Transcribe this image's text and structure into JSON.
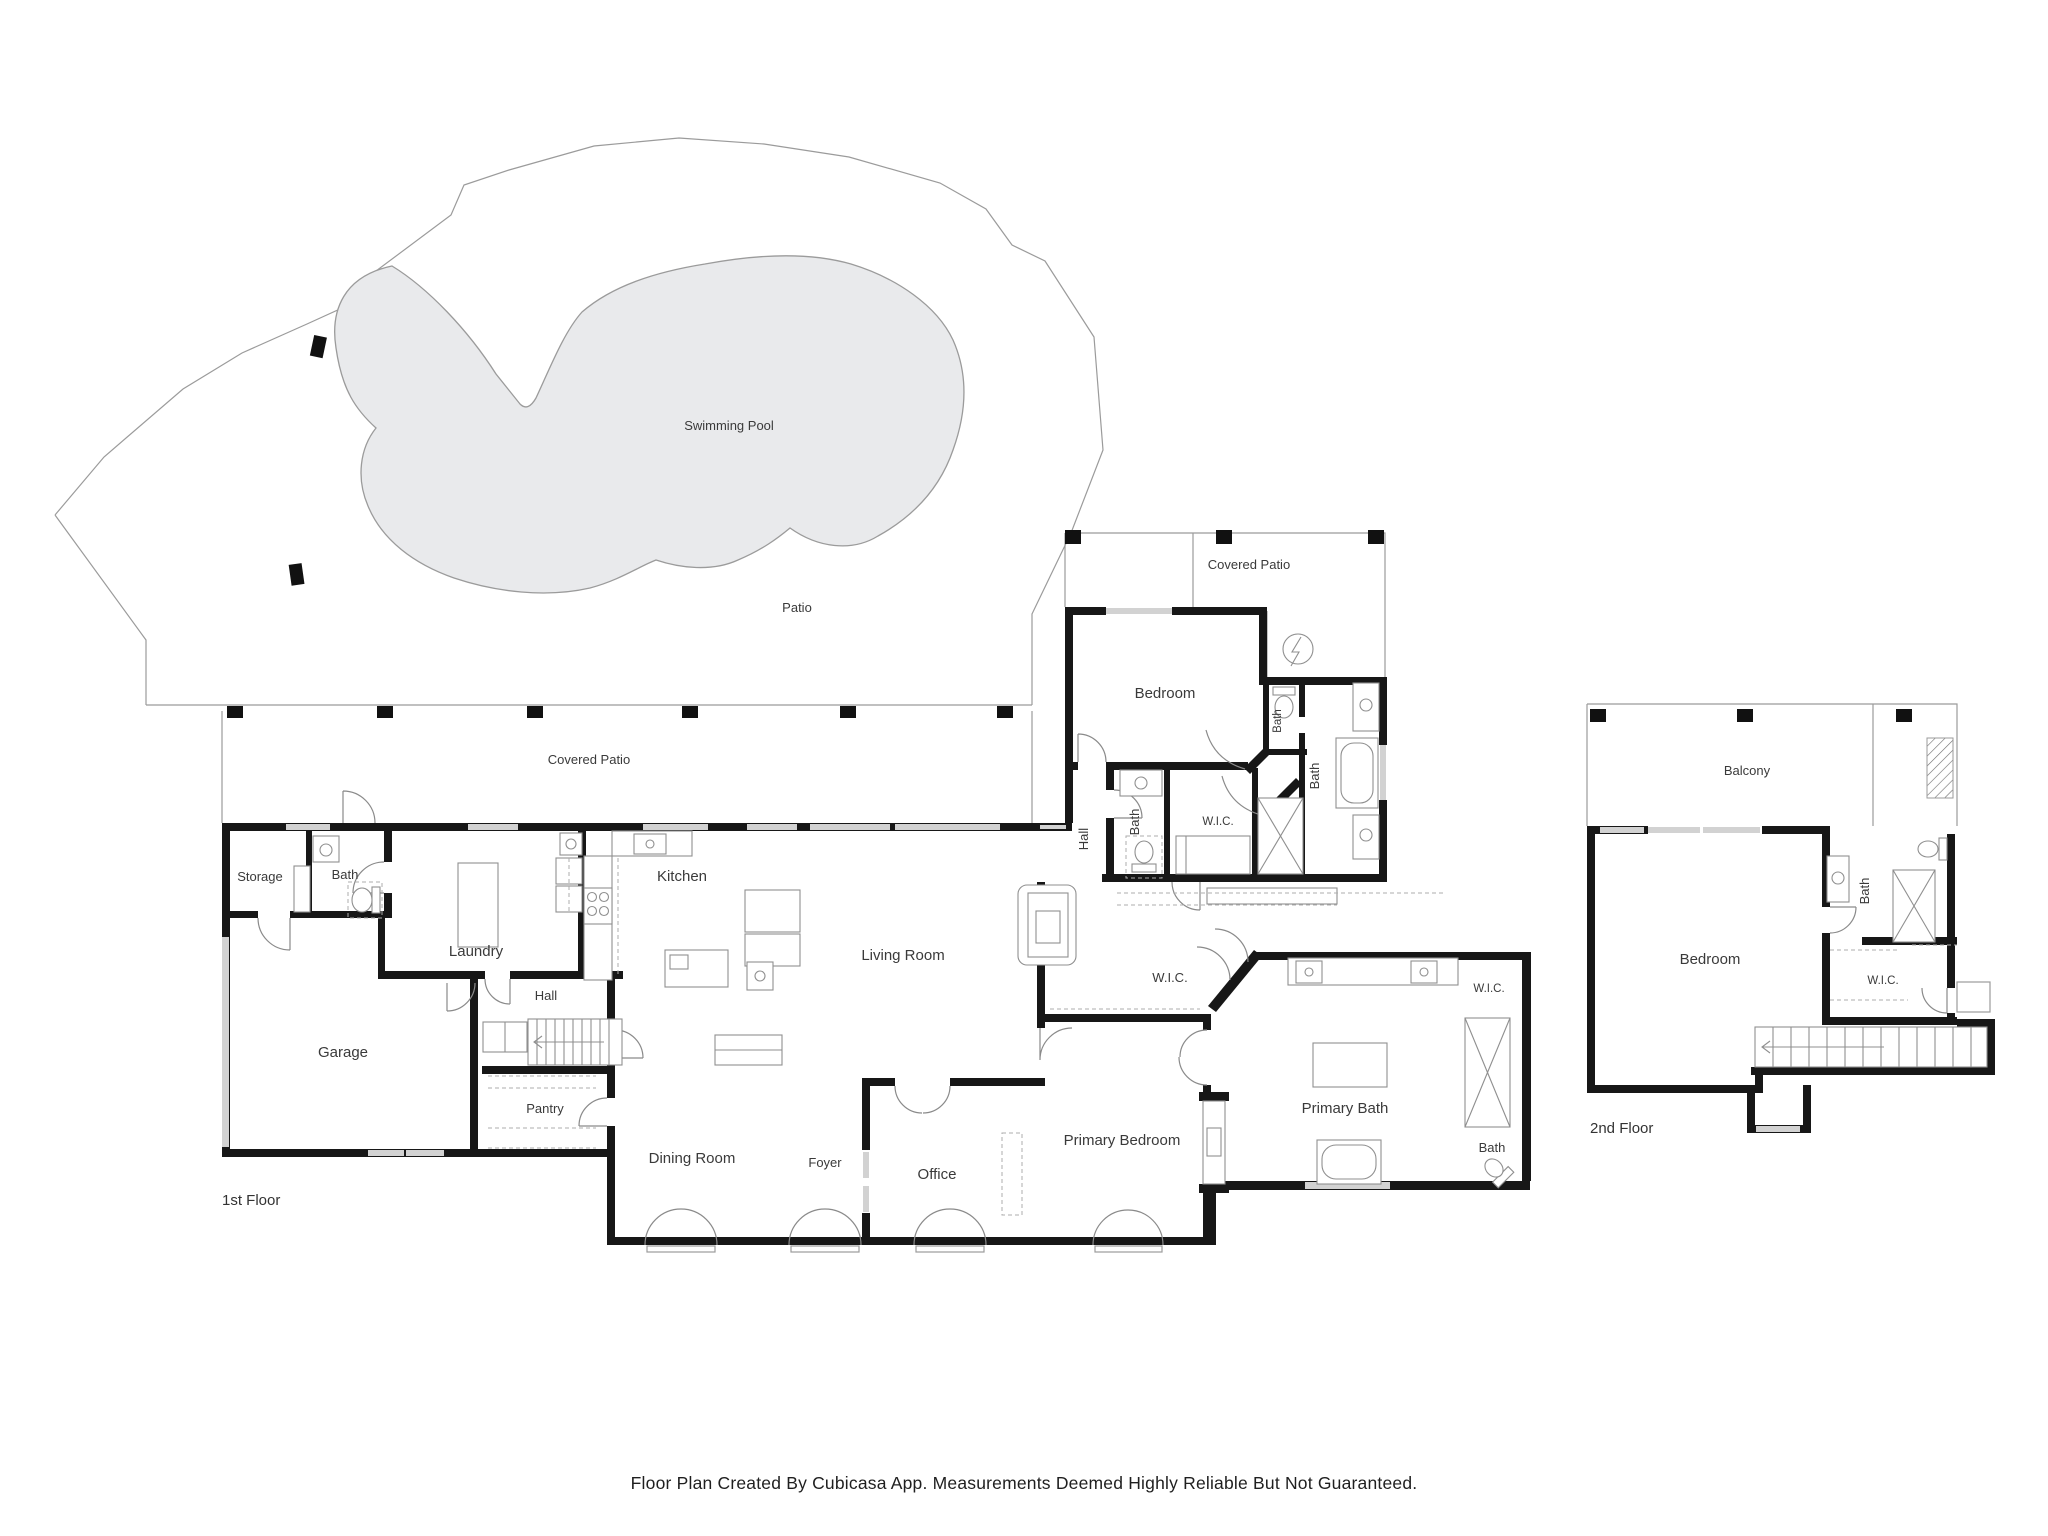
{
  "footer": {
    "disclaimer": "Floor Plan Created By Cubicasa App. Measurements Deemed Highly Reliable But Not Guaranteed."
  },
  "first_floor": {
    "floor_label": "1st Floor",
    "outdoor": {
      "swimming_pool": "Swimming Pool",
      "patio": "Patio",
      "covered_patio_left": "Covered Patio",
      "covered_patio_right": "Covered Patio"
    },
    "rooms": {
      "storage": "Storage",
      "bath": "Bath",
      "laundry": "Laundry",
      "kitchen": "Kitchen",
      "living_room": "Living Room",
      "hall": "Hall",
      "garage": "Garage",
      "pantry": "Pantry",
      "dining_room": "Dining Room",
      "foyer": "Foyer",
      "office": "Office",
      "bedroom": "Bedroom",
      "bath_toilet": "Bath",
      "bath_main": "Bath",
      "hall_bedroom": "Hall",
      "bath_hall": "Bath",
      "wic_bedroom": "W.I.C.",
      "wic_corridor": "W.I.C.",
      "primary_bedroom": "Primary Bedroom",
      "primary_bath": "Primary Bath",
      "wic_primary": "W.I.C.",
      "bath_primary": "Bath"
    }
  },
  "second_floor": {
    "floor_label": "2nd Floor",
    "rooms": {
      "balcony": "Balcony",
      "bedroom": "Bedroom",
      "bath": "Bath",
      "wic": "W.I.C."
    }
  }
}
